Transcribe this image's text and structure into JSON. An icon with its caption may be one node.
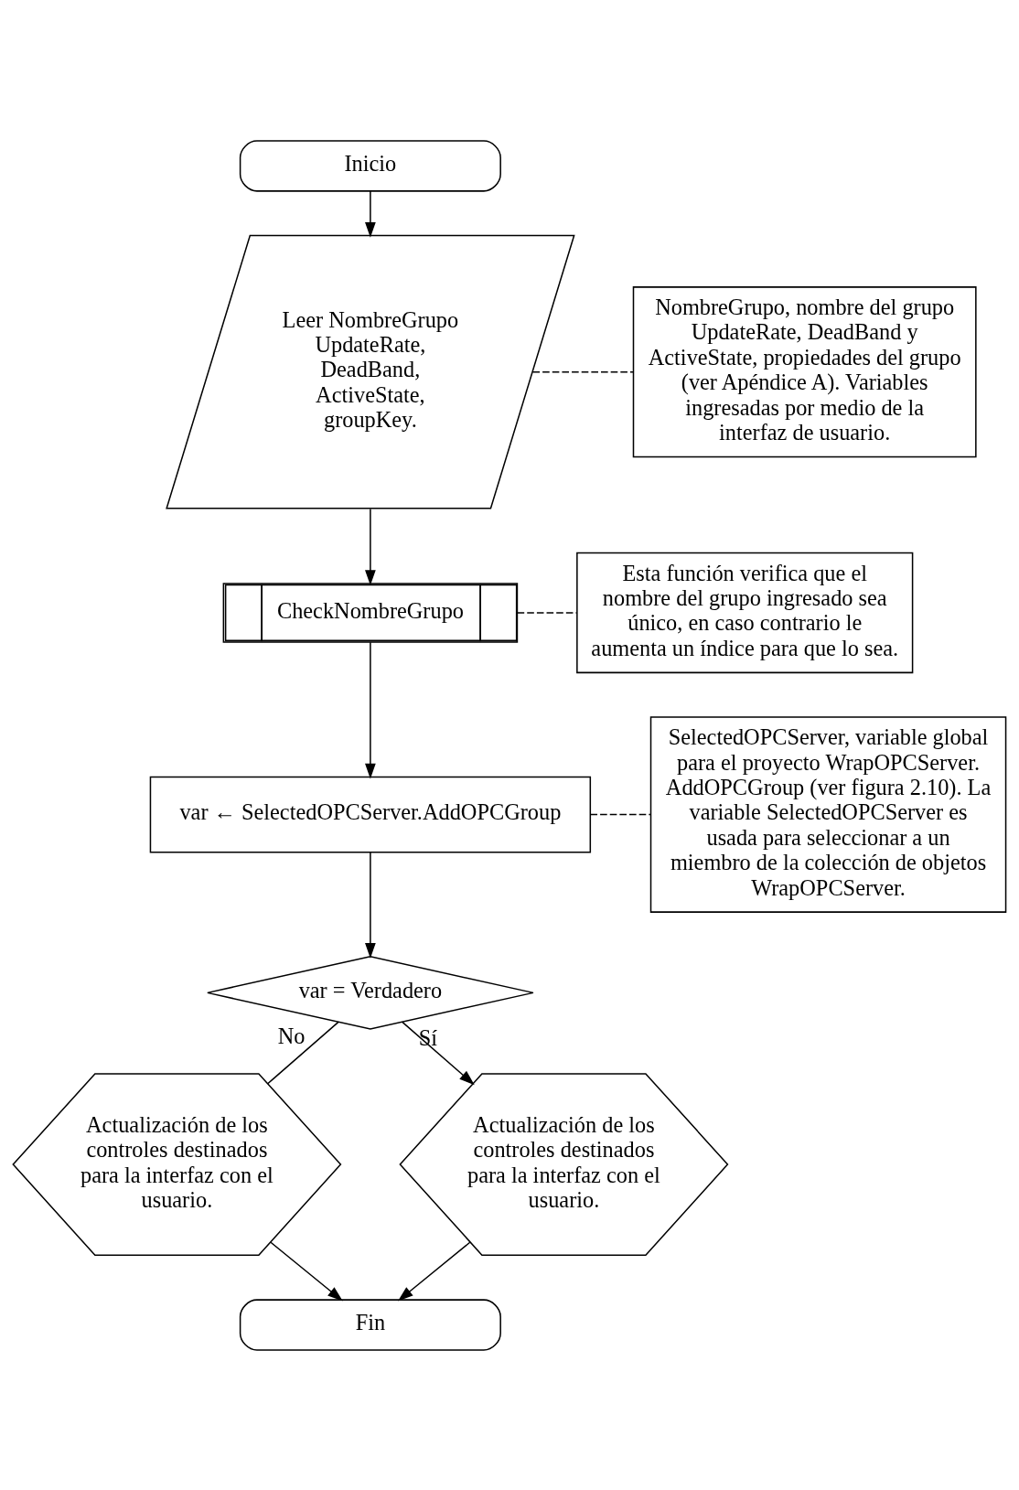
{
  "diagram": {
    "nodes": [
      {
        "text": [
          "Inicio"
        ]
      },
      {
        "text": [
          "Leer NombreGrupo UpdateRate, DeadBand, ActiveState, groupKey."
        ]
      },
      {
        "text": [
          "NombreGrupo, nombre del grupo UpdateRate, DeadBand y ActiveState, propiedades del grupo (ver Apéndice A). Variables ingresadas por medio de la interfaz de usuario."
        ]
      },
      {
        "text": [
          "CheckNombreGrupo"
        ]
      },
      {
        "text": [
          "Esta función verifica que el nombre del grupo ingresado sea único, en caso contrario le aumenta un índice para que lo sea."
        ]
      },
      {
        "text": [
          "var ← SelectedOPCServer.AddOPCGroup"
        ]
      },
      {
        "text": [
          "SelectedOPCServer, variable global para el proyecto WrapOPCServer. AddOPCGroup (ver figura 2.10). La variable SelectedOPCServer es usada para seleccionar a un miembro de la colección de objetos WrapOPCServer."
        ]
      },
      {
        "text": [
          "var = Verdadero"
        ]
      },
      {
        "text": [
          "Actualización de los controles destinados para la interfaz con el usuario."
        ]
      },
      {
        "text": [
          "Actualización de los controles destinados para la interfaz con el usuario."
        ]
      },
      {
        "text": [
          "Fin"
        ]
      }
    ],
    "edges": [
      {
        "from": 0,
        "to": 1,
        "arrow": "to"
      },
      {
        "from": 1,
        "to": 2,
        "arrow": "none",
        "style": "dashed"
      },
      {
        "from": 1,
        "to": 3,
        "arrow": "to"
      },
      {
        "from": 3,
        "to": 4,
        "arrow": "none",
        "style": "dashed"
      },
      {
        "from": 3,
        "to": 5,
        "arrow": "to"
      },
      {
        "from": 5,
        "to": 6,
        "arrow": "none",
        "style": "dashed"
      },
      {
        "from": 5,
        "to": 7,
        "arrow": "to"
      },
      {
        "from": 7,
        "to": 8,
        "arrow": "to",
        "label": "Sí"
      },
      {
        "from": 7,
        "to": 9,
        "arrow": "none",
        "label": "No"
      },
      {
        "from": 8,
        "to": 10,
        "arrow": "to"
      },
      {
        "from": 9,
        "to": 10,
        "arrow": "to"
      }
    ]
  }
}
